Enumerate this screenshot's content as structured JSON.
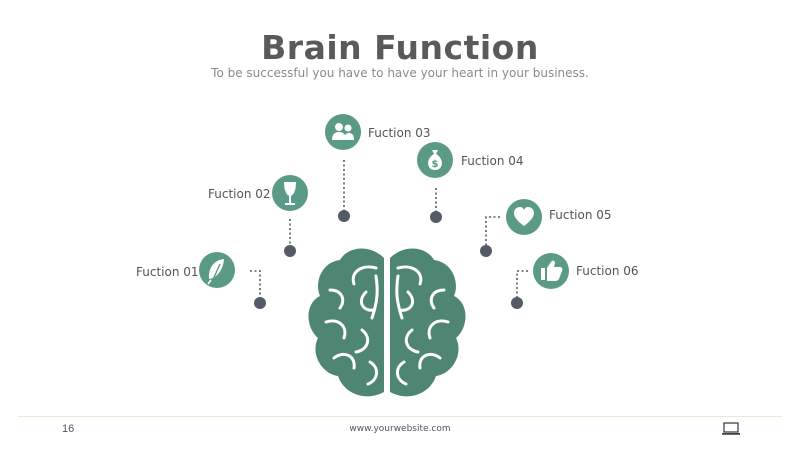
{
  "header": {
    "title": "Brain Function",
    "subtitle": "To be successful you have to have your heart in your business."
  },
  "functions": [
    {
      "label": "Fuction 01",
      "icon": "feather-icon"
    },
    {
      "label": "Fuction 02",
      "icon": "wine-glass-icon"
    },
    {
      "label": "Fuction 03",
      "icon": "users-icon"
    },
    {
      "label": "Fuction 04",
      "icon": "money-bag-icon"
    },
    {
      "label": "Fuction 05",
      "icon": "heart-icon"
    },
    {
      "label": "Fuction 06",
      "icon": "thumbs-up-icon"
    }
  ],
  "footer": {
    "page_number": "16",
    "website": "www.yourwebsite.com",
    "icon": "laptop-icon"
  },
  "colors": {
    "accent": "#5a9a86",
    "brain": "#4e8573",
    "dot": "#545a66",
    "title": "#5a5a5a"
  }
}
